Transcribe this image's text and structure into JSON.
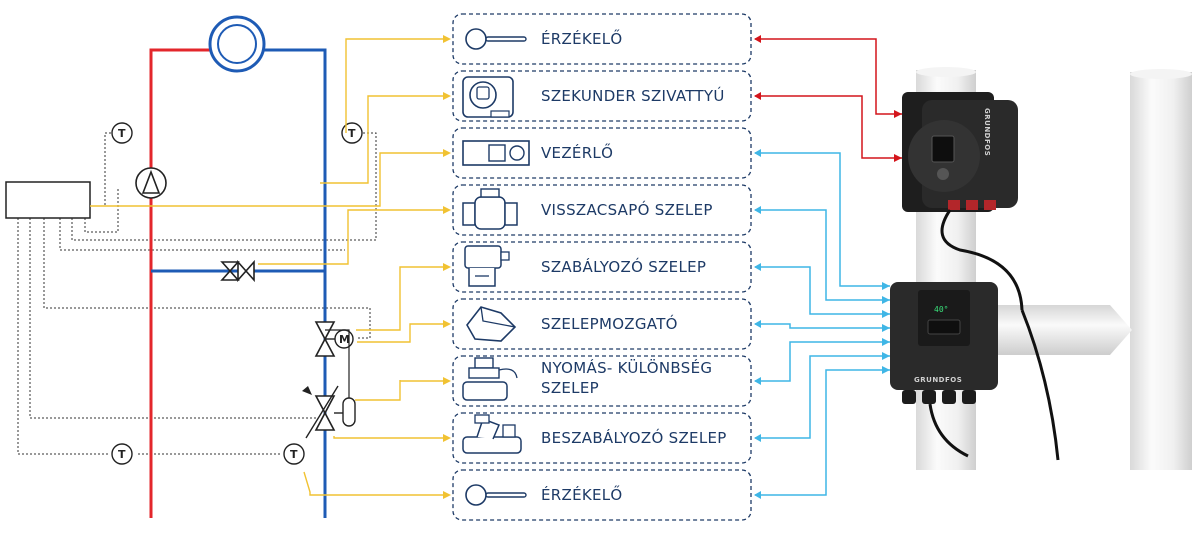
{
  "components": [
    {
      "id": "sensor-top",
      "label": "ÉRZÉKELŐ",
      "icon": "temperature-sensor-icon",
      "link": "red"
    },
    {
      "id": "secondary-pump",
      "label": "SZEKUNDER SZIVATTYÚ",
      "icon": "pump-icon",
      "link": "red"
    },
    {
      "id": "controller",
      "label": "VEZÉRLŐ",
      "icon": "controller-icon",
      "link": "blue"
    },
    {
      "id": "check-valve",
      "label": "VISSZACSAPÓ SZELEP",
      "icon": "check-valve-icon",
      "link": "blue"
    },
    {
      "id": "control-valve",
      "label": "SZABÁLYOZÓ SZELEP",
      "icon": "control-valve-icon",
      "link": "blue"
    },
    {
      "id": "valve-actuator",
      "label": "SZELEPMOZGATÓ",
      "icon": "valve-actuator-icon",
      "link": "blue"
    },
    {
      "id": "dp-valve",
      "label": [
        "NYOMÁS- KÜLÖNBSÉG",
        "SZELEP"
      ],
      "icon": "differential-pressure-valve-icon",
      "link": "blue"
    },
    {
      "id": "balancing-valve",
      "label": "BESZABÁLYOZÓ SZELEP",
      "icon": "balancing-valve-icon",
      "link": "blue"
    },
    {
      "id": "sensor-bottom",
      "label": "ÉRZÉKELŐ",
      "icon": "temperature-sensor-icon",
      "link": "blue"
    }
  ],
  "schematic": {
    "temperature_symbol": "T",
    "motor_symbol": "M"
  },
  "devices": {
    "pump_brand": "GRUNDFOS",
    "controller_brand": "GRUNDFOS",
    "controller_display": "40°"
  },
  "colors": {
    "supply_pipe": "#e3262b",
    "return_pipe": "#1e5bb5",
    "signal_line": "#f1c232",
    "power_link": "#d4151b",
    "data_link": "#3fb6e6",
    "box_border": "#1d3a66",
    "text": "#1d3a66",
    "device_body": "#2a2a2a",
    "pipe_gray": "#e6e6e6"
  }
}
